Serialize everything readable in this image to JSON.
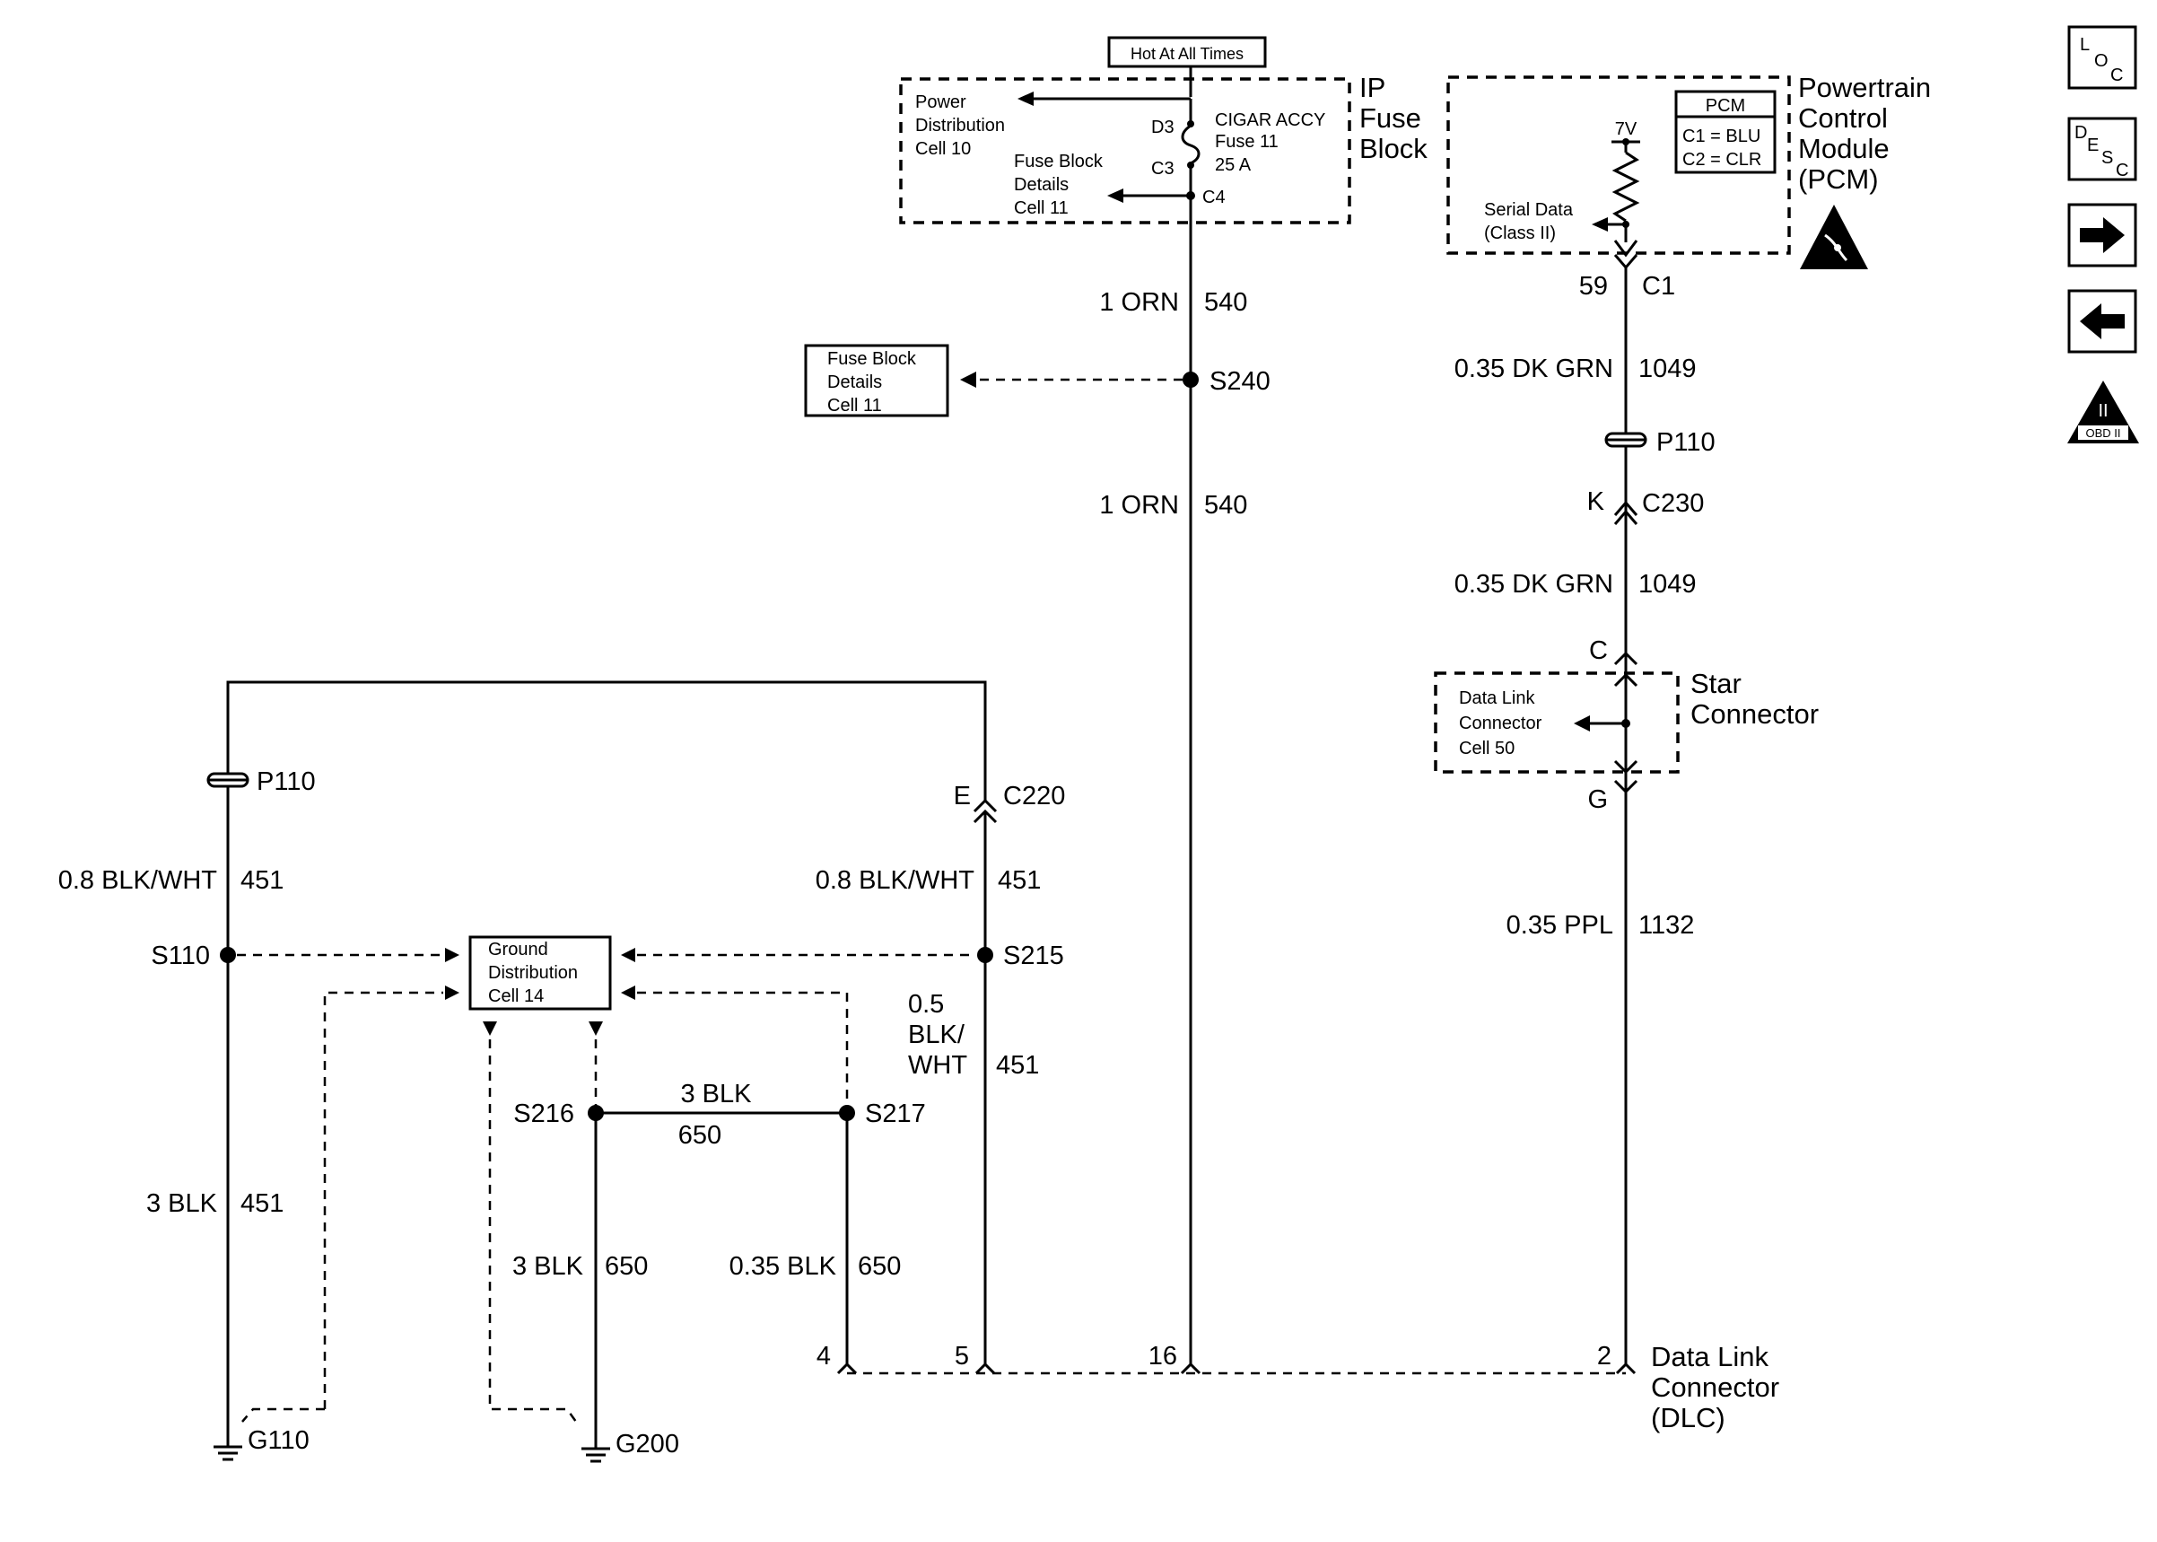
{
  "top_label": "Hot At All Times",
  "ip_fuse_block": {
    "name_line1": "IP",
    "name_line2": "Fuse",
    "name_line3": "Block",
    "power_dist": [
      "Power",
      "Distribution",
      "Cell 10"
    ],
    "fuse_details": [
      "Fuse Block",
      "Details",
      "Cell 11"
    ],
    "fuse": [
      "CIGAR ACCY",
      "Fuse 11",
      "25 A"
    ],
    "pins": {
      "d3": "D3",
      "c3": "C3",
      "c4": "C4"
    }
  },
  "wires": {
    "orn_top": {
      "size_color": "1 ORN",
      "circuit": "540"
    },
    "orn_bottom": {
      "size_color": "1 ORN",
      "circuit": "540"
    },
    "dkgrn_top": {
      "size_color": "0.35 DK GRN",
      "circuit": "1049"
    },
    "dkgrn_bottom": {
      "size_color": "0.35 DK GRN",
      "circuit": "1049"
    },
    "ppl": {
      "size_color": "0.35 PPL",
      "circuit": "1132"
    },
    "blkwht_left": {
      "size_color": "0.8 BLK/WHT",
      "circuit": "451"
    },
    "blkwht_right": {
      "size_color": "0.8 BLK/WHT",
      "circuit": "451"
    },
    "blkwht_small": {
      "size_line1": "0.5",
      "size_line2": "BLK/",
      "size_line3": "WHT",
      "circuit": "451"
    },
    "blk_left": {
      "size_color": "3 BLK",
      "circuit": "451"
    },
    "blk_horiz": {
      "size_color": "3 BLK",
      "circuit": "650"
    },
    "blk_g200": {
      "size_color": "3 BLK",
      "circuit": "650"
    },
    "blk_s217": {
      "size_color": "0.35 BLK",
      "circuit": "650"
    }
  },
  "splices": {
    "s240": "S240",
    "s110": "S110",
    "s215": "S215",
    "s216": "S216",
    "s217": "S217"
  },
  "fuse_block_ref": [
    "Fuse Block",
    "Details",
    "Cell 11"
  ],
  "ground_dist_ref": [
    "Ground",
    "Distribution",
    "Cell 14"
  ],
  "pcm": {
    "name": [
      "Powertrain",
      "Control",
      "Module",
      "(PCM)"
    ],
    "legend_title": "PCM",
    "legend_c1": "C1 = BLU",
    "legend_c2": "C2 = CLR",
    "voltage": "7V",
    "serial_data": [
      "Serial Data",
      "(Class II)"
    ]
  },
  "connectors": {
    "pcm_pin": "59",
    "pcm_conn": "C1",
    "p110_right": "P110",
    "p110_left": "P110",
    "c230_pin": "K",
    "c230": "C230",
    "c220_pin": "E",
    "c220": "C220",
    "star_in": "C",
    "star_out": "G"
  },
  "star_connector": {
    "name": [
      "Star",
      "Connector"
    ],
    "ref": [
      "Data Link",
      "Connector",
      "Cell 50"
    ]
  },
  "dlc": {
    "name": [
      "Data Link",
      "Connector",
      "(DLC)"
    ],
    "pins": {
      "p4": "4",
      "p5": "5",
      "p16": "16",
      "p2": "2"
    }
  },
  "grounds": {
    "g110": "G110",
    "g200": "G200"
  },
  "nav": {
    "loc": {
      "l1": "L",
      "l2": "O",
      "l3": "C"
    },
    "desc": {
      "l1": "D",
      "l2": "E",
      "l3": "S",
      "l4": "C"
    },
    "obd": {
      "mark": "II",
      "text": "OBD II"
    }
  }
}
